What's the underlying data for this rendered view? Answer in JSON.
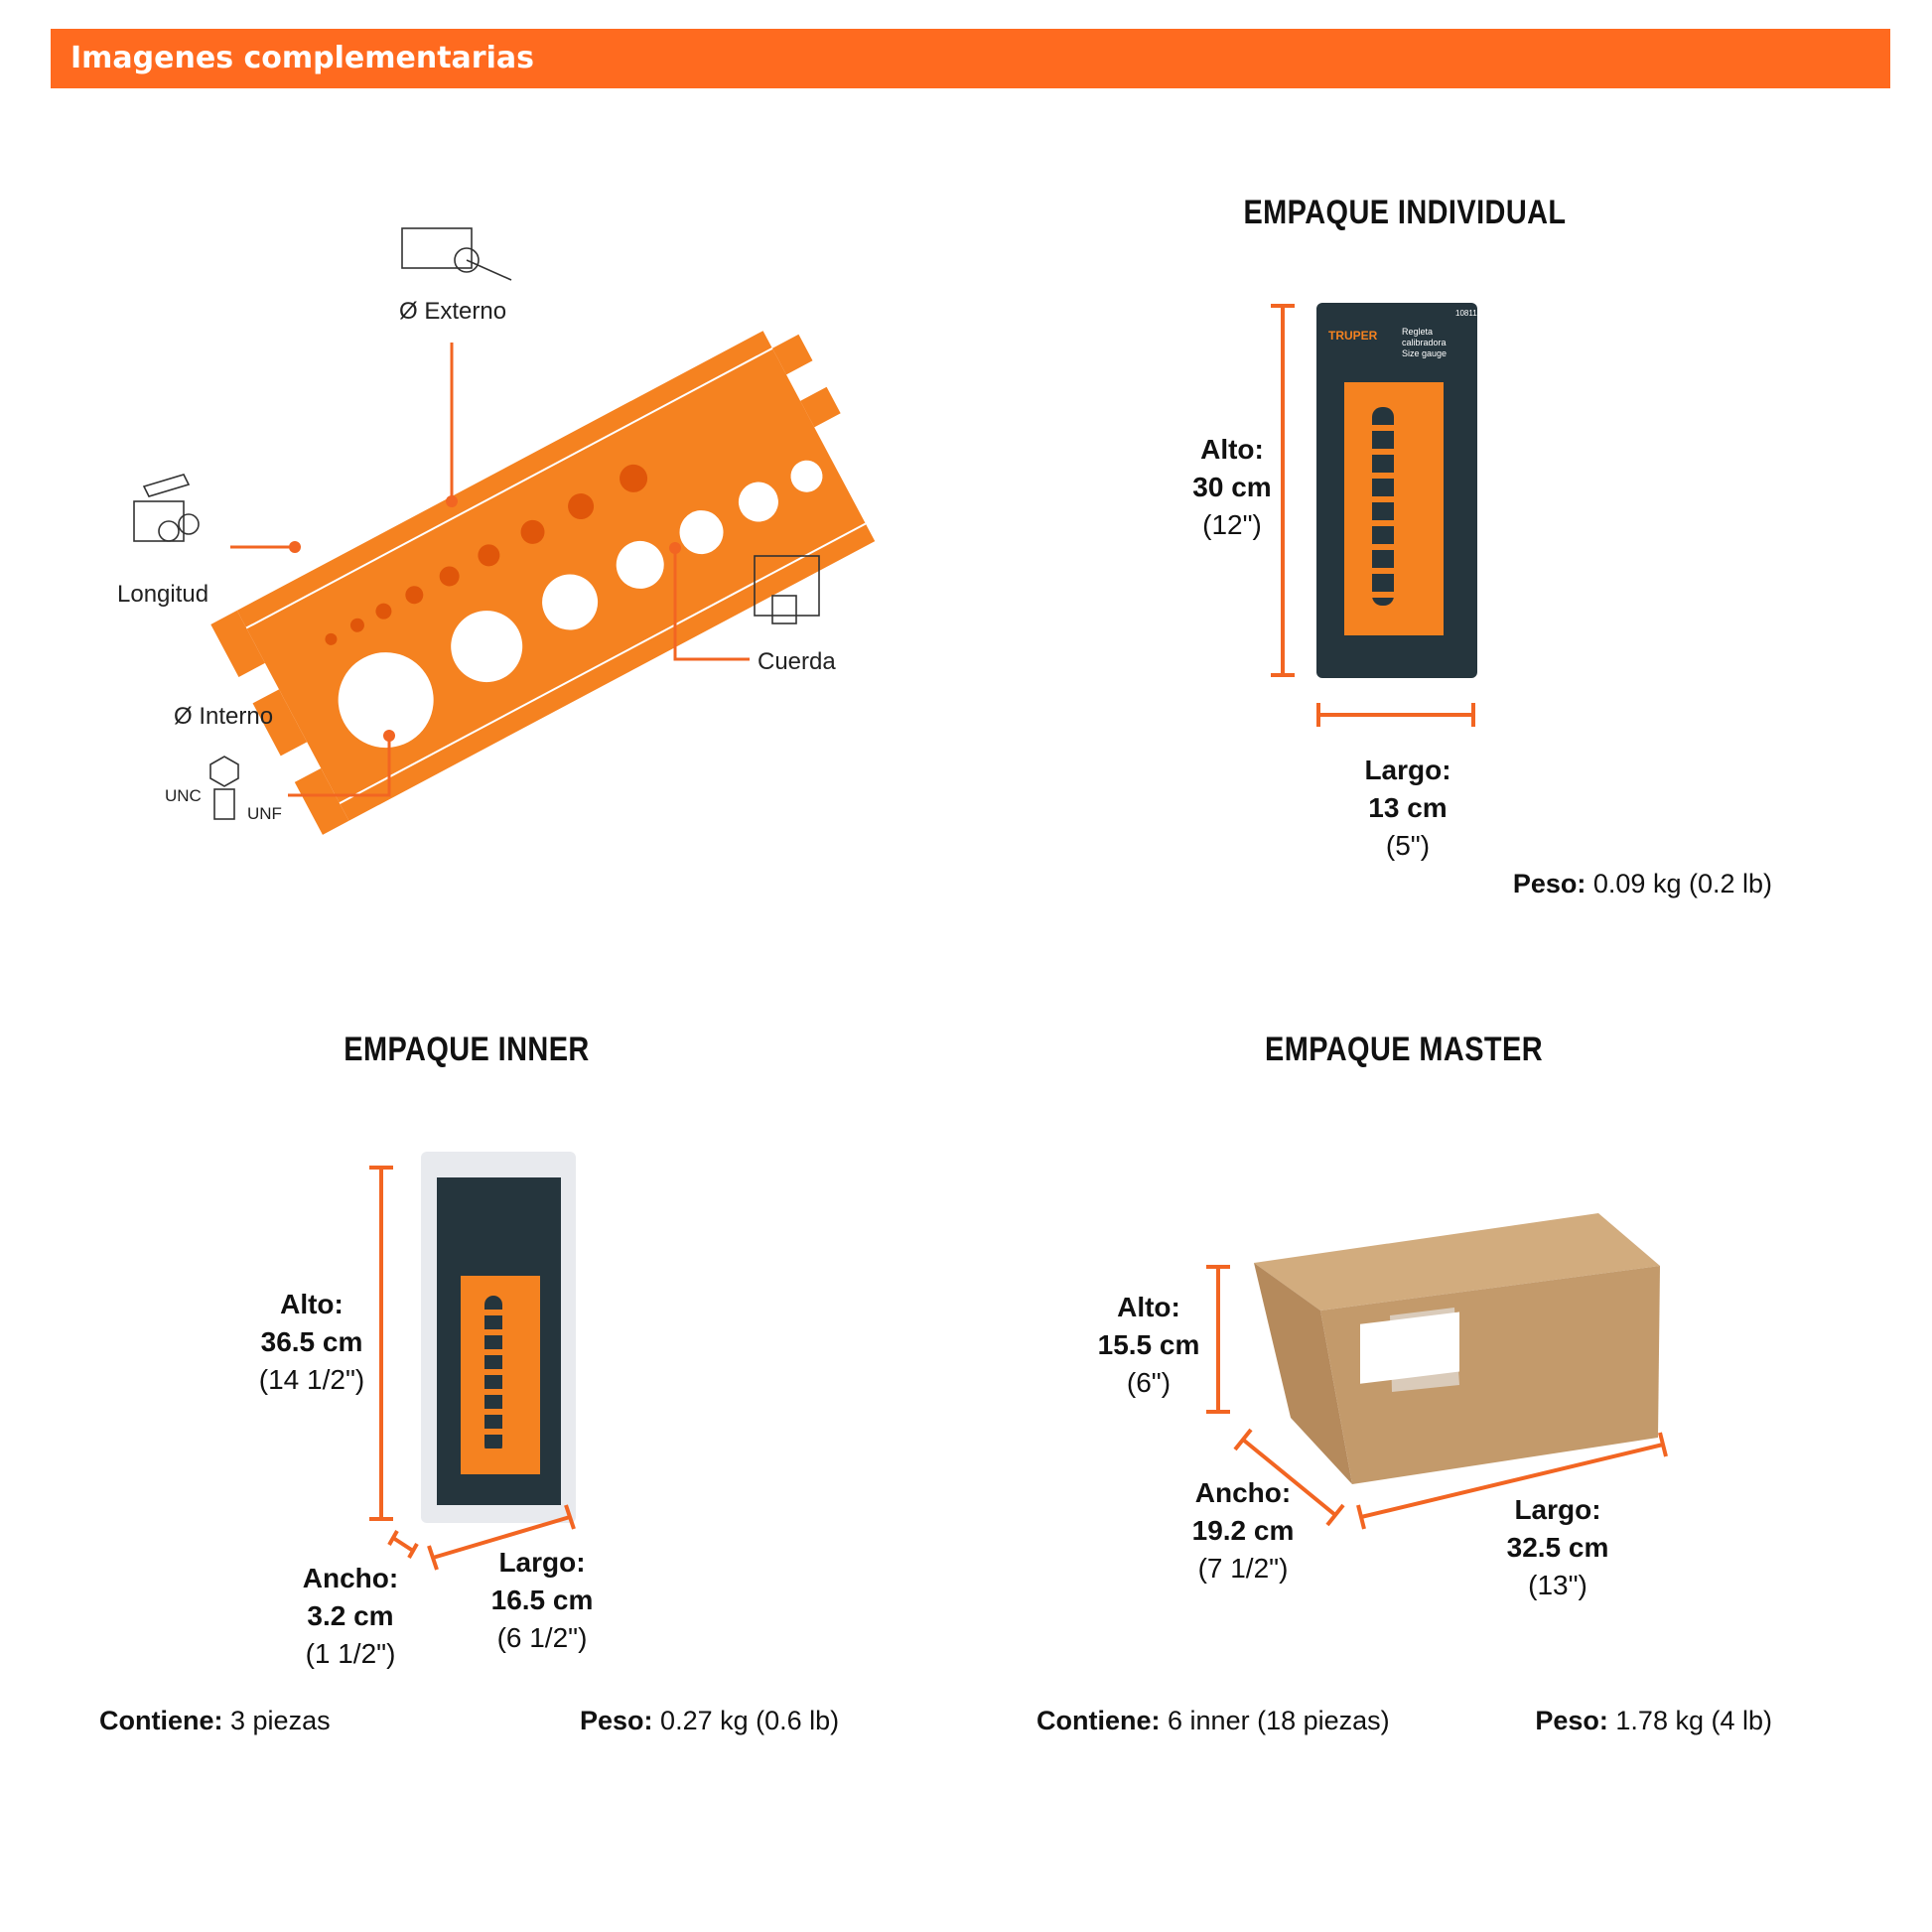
{
  "header": {
    "title": "Imagenes complementarias"
  },
  "diagram": {
    "labels": {
      "externo": "Ø Externo",
      "longitud": "Longitud",
      "interno": "Ø Interno",
      "cuerda": "Cuerda",
      "unc": "UNC",
      "unf": "UNF"
    }
  },
  "individual": {
    "title": "EMPAQUE INDIVIDUAL",
    "alto": {
      "label": "Alto:",
      "metric": "30 cm",
      "imperial": "(12\")"
    },
    "largo": {
      "label": "Largo:",
      "metric": "13 cm",
      "imperial": "(5\")"
    },
    "peso": {
      "label": "Peso:",
      "value": "0.09 kg (0.2 lb)"
    },
    "card": {
      "brand": "TRUPER",
      "product": "Regleta calibradora",
      "product_en": "Size gauge",
      "code": "10811"
    }
  },
  "inner": {
    "title": "EMPAQUE INNER",
    "alto": {
      "label": "Alto:",
      "metric": "36.5 cm",
      "imperial": "(14 1/2\")"
    },
    "ancho": {
      "label": "Ancho:",
      "metric": "3.2 cm",
      "imperial": "(1 1/2\")"
    },
    "largo": {
      "label": "Largo:",
      "metric": "16.5 cm",
      "imperial": "(6 1/2\")"
    },
    "contiene": {
      "label": "Contiene:",
      "value": "3 piezas"
    },
    "peso": {
      "label": "Peso:",
      "value": "0.27 kg (0.6 lb)"
    }
  },
  "master": {
    "title": "EMPAQUE MASTER",
    "alto": {
      "label": "Alto:",
      "metric": "15.5 cm",
      "imperial": "(6\")"
    },
    "ancho": {
      "label": "Ancho:",
      "metric": "19.2 cm",
      "imperial": "(7 1/2\")"
    },
    "largo": {
      "label": "Largo:",
      "metric": "32.5 cm",
      "imperial": "(13\")"
    },
    "contiene": {
      "label": "Contiene:",
      "value": "6 inner (18 piezas)"
    },
    "peso": {
      "label": "Peso:",
      "value": "1.78 kg (4 lb)"
    }
  },
  "colors": {
    "accent": "#ff6a1f",
    "gauge": "#f58220",
    "card": "#25353d",
    "box": "#c39a6b"
  }
}
